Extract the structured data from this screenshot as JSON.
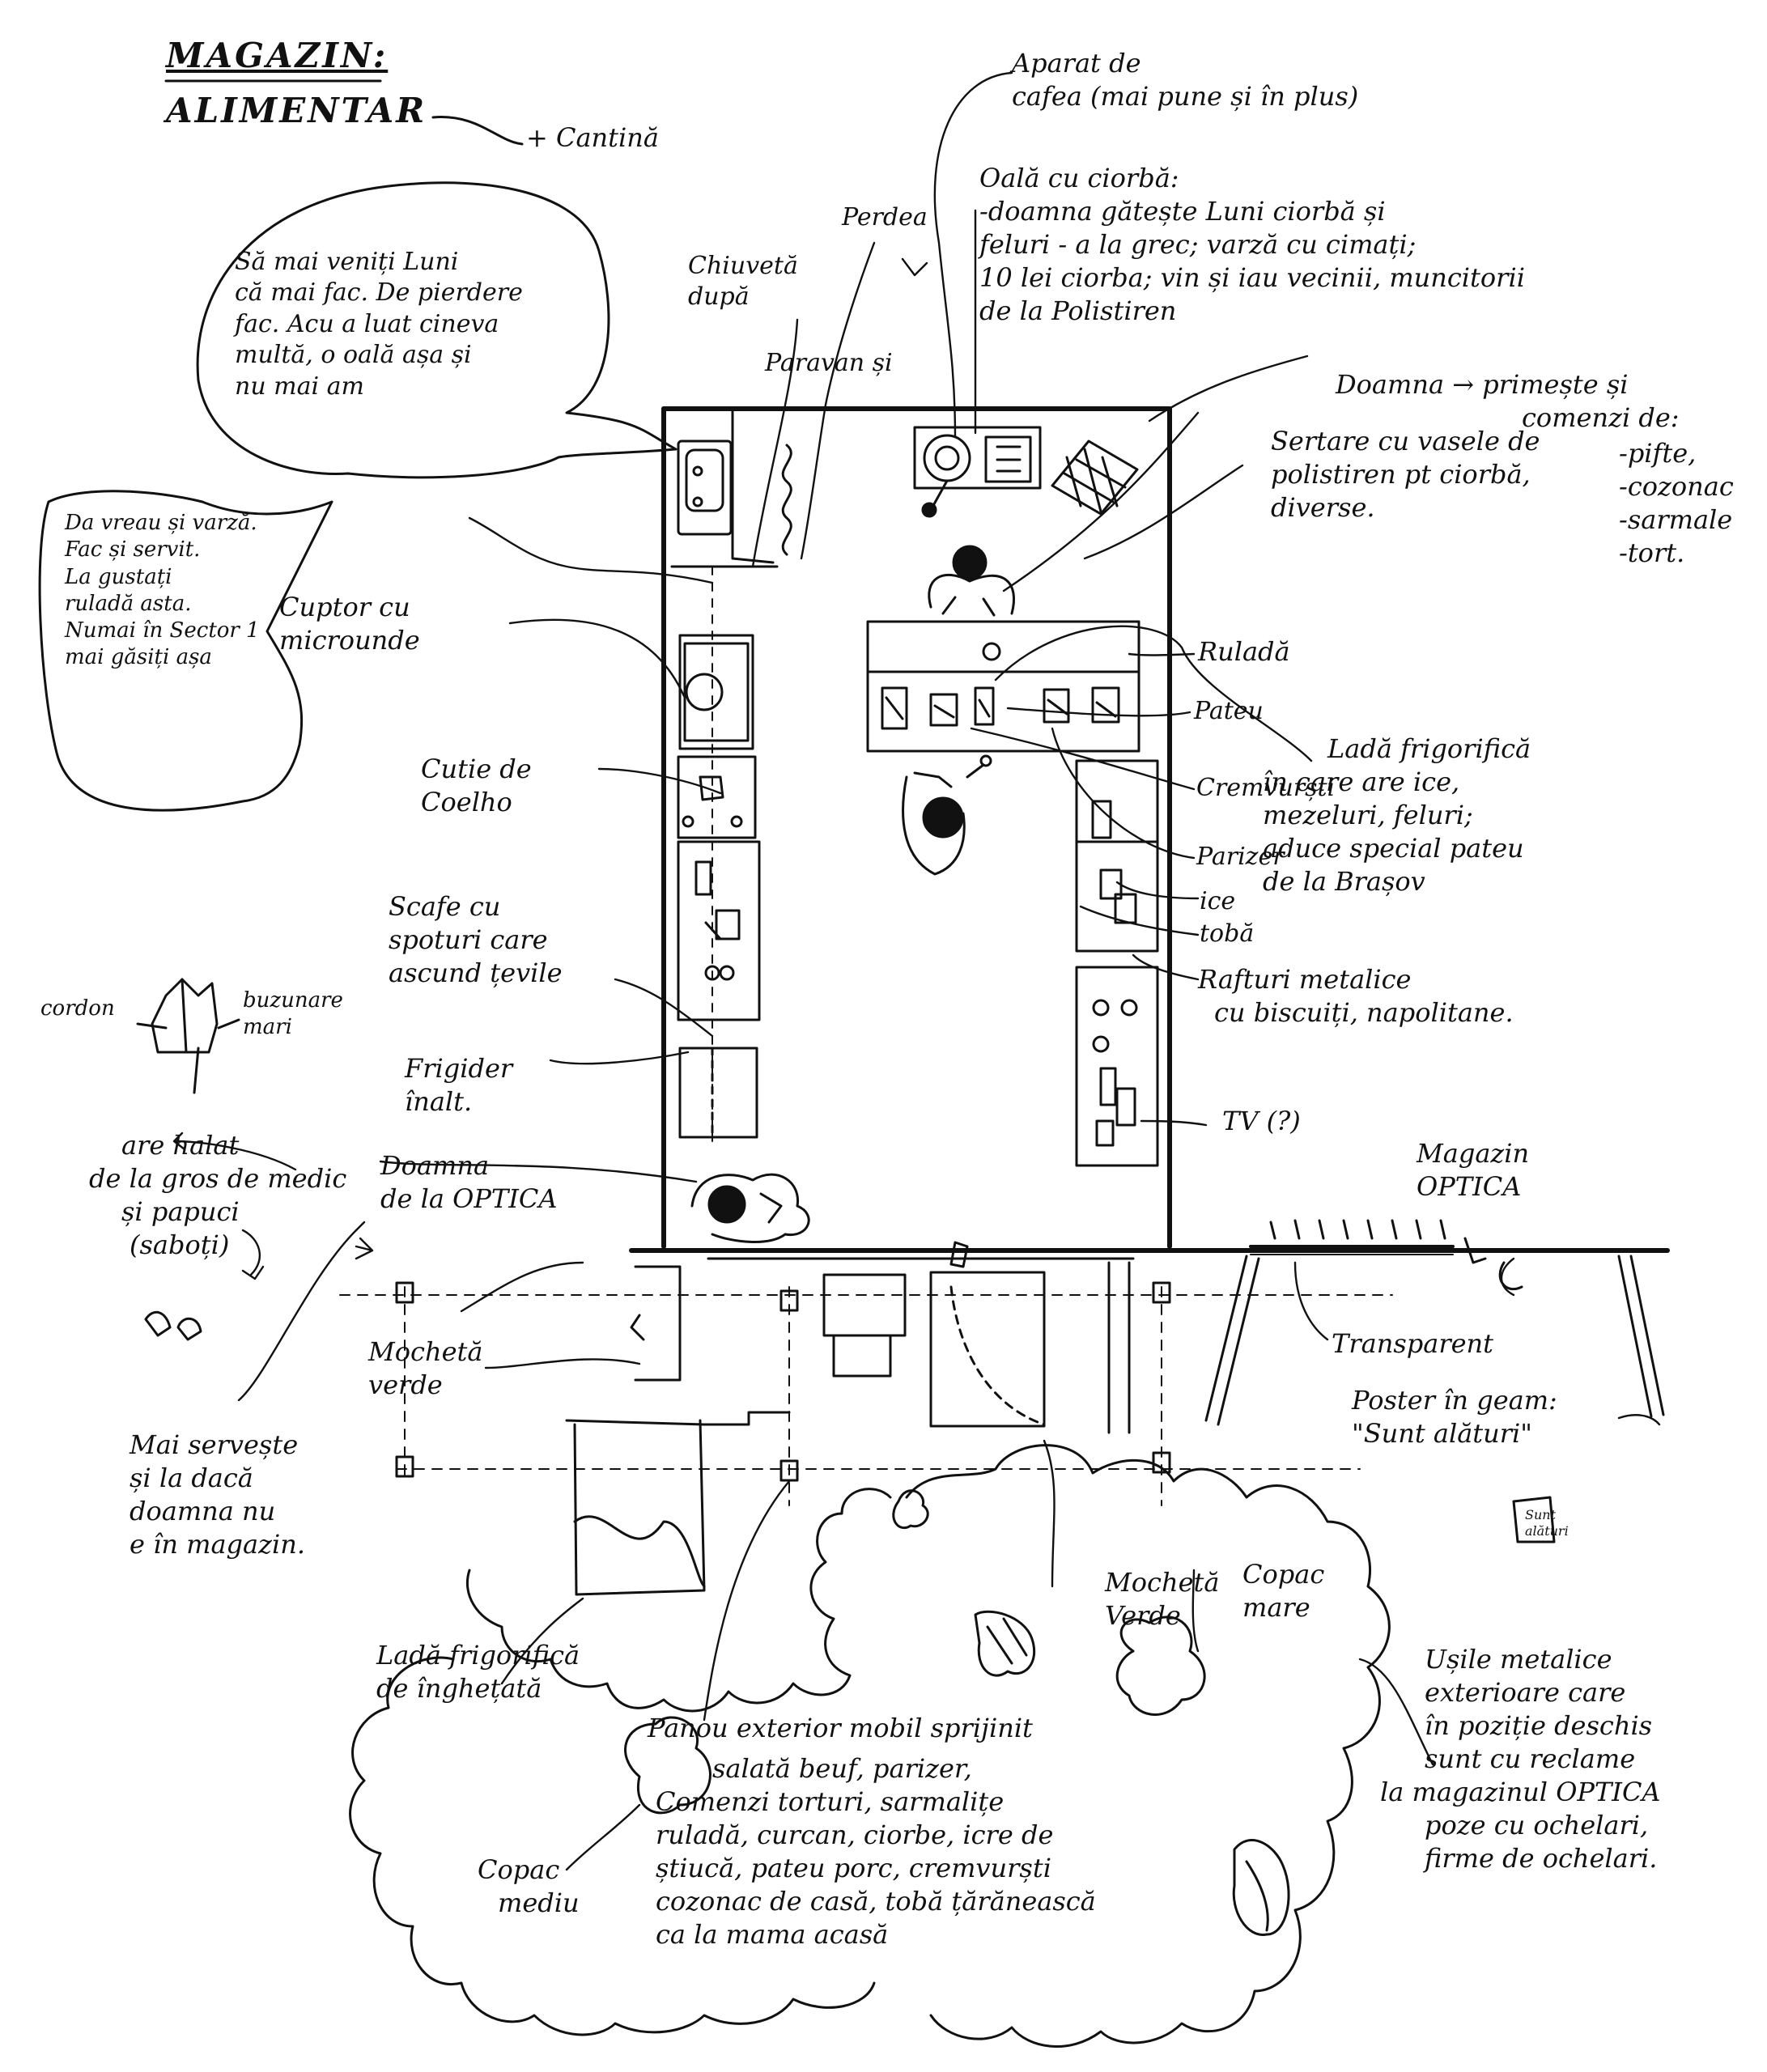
{
  "header": {
    "title": "MAGAZIN:",
    "subtitle": "ALIMENTAR",
    "canteen_note": "+ Cantină"
  },
  "top_notes": {
    "coffee_machine": [
      "Aparat de",
      "cafea (mai pune și în plus)"
    ],
    "soup_pot": [
      "Oală cu ciorbă:",
      "-doamna gătește Luni ciorbă și",
      "feluri - a la grec; varză cu cimați;",
      "10 lei ciorba; vin și iau vecinii, muncitorii",
      "de la Polistiren"
    ],
    "curtain": "Perdea",
    "sink": [
      "Chiuvetă",
      "după"
    ],
    "screen": "Paravan și",
    "lady_receives": [
      "Doamna → primește și",
      "comenzi de:"
    ],
    "orders": [
      "-pifte,",
      "-cozonac",
      "-sarmale",
      "-tort."
    ],
    "soup_containers": [
      "Sertare cu vasele de",
      "polistiren pt ciorbă,",
      "diverse."
    ]
  },
  "speech_bubble_top": [
    "Să mai veniți Luni",
    "că mai fac. De pierdere",
    "fac. Acu a luat cineva",
    "multă, o oală așa și",
    "nu mai am"
  ],
  "speech_bubble_left": [
    "Da vreau și varză.",
    "Fac și servit.",
    "La gustați",
    "ruladă asta.",
    "Numai în Sector 1",
    "mai găsiți așa"
  ],
  "left_labels": {
    "microwave_cabinet": [
      "Cuptor cu",
      "microunde"
    ],
    "coelho_boxes": [
      "Cutie de",
      "Coelho"
    ],
    "steps": [
      "Scafe cu",
      "spoturi care",
      "ascund țevile"
    ],
    "tall_fridge": [
      "Frigider",
      "înalt."
    ],
    "robe_cordon": "cordon",
    "robe_pockets": [
      "buzunare",
      "mari"
    ],
    "robe_note": [
      "are halat",
      "de la gros de medic",
      "și papuci",
      "(saboți)"
    ],
    "optica_lady": [
      "Doamna",
      "de la OPTICA"
    ],
    "green_carpet_left": [
      "Mochetă",
      "verde"
    ],
    "serves_when_absent": [
      "Mai servește",
      "și la dacă",
      "doamna nu",
      "e în magazin."
    ]
  },
  "right_labels": {
    "rulada": "Ruladă",
    "pate": "Pateu",
    "sausages": "Cremvurști",
    "parizer": "Parizer",
    "ice_cream": "ice",
    "tobe": "tobă",
    "freezer": [
      "Ladă frigorifică",
      "în care are ice,",
      "mezeluri, feluri;",
      "aduce special pateu",
      "de la Brașov"
    ],
    "metal_shelves": [
      "Rafturi metalice",
      "cu biscuiți, napolitane."
    ],
    "tv": "TV (?)",
    "optica_shop": [
      "Magazin",
      "OPTICA"
    ],
    "transparent": "Transparent",
    "window_sign": [
      "Poster în geam:",
      "\"Sunt alături\""
    ],
    "sign_sketch": [
      "Sunt",
      "alături"
    ],
    "metal_doors": [
      "Ușile metalice",
      "exterioare care",
      "în poziție deschis",
      "sunt cu reclame",
      "la magazinul OPTICA",
      "poze cu ochelari,",
      "firme de ochelari."
    ]
  },
  "bottom_labels": {
    "green_carpet_right": [
      "Mochetă",
      "Verde"
    ],
    "big_tree": [
      "Copac",
      "mare"
    ],
    "outdoor_freezer": [
      "Ladă frigorifică",
      "de înghețată"
    ],
    "outdoor_panel": [
      "Panou exterior mobil sprijinit"
    ],
    "panel_items": [
      "salată beuf, parizer,",
      "Comenzi torturi, sarmalițe",
      "ruladă, curcan, ciorbe, icre de",
      "știucă, pateu porc, cremvurști",
      "cozonac de casă, tobă țărănească",
      "ca la mama acasă"
    ],
    "medium_tree": [
      "Copac",
      "mediu"
    ]
  }
}
